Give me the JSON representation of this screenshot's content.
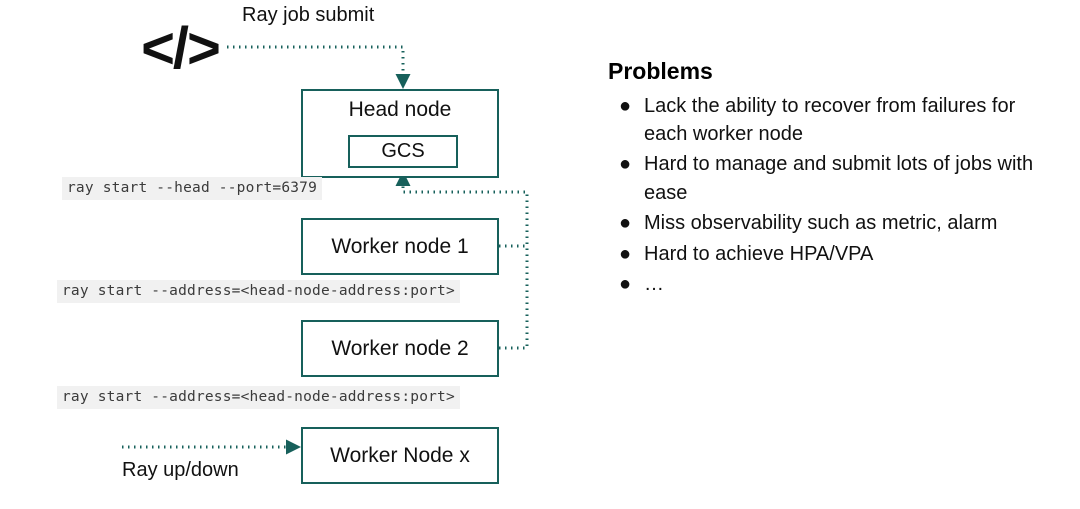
{
  "diagram": {
    "code_icon": {
      "name": "code-icon",
      "glyph": "</>"
    },
    "labels": {
      "ray_job_submit": "Ray job submit",
      "ray_up_down": "Ray up/down"
    },
    "nodes": [
      {
        "id": "head-node",
        "title": "Head node",
        "inner": {
          "id": "gcs",
          "title": "GCS"
        }
      },
      {
        "id": "worker-1",
        "title": "Worker node 1"
      },
      {
        "id": "worker-2",
        "title": "Worker node 2"
      },
      {
        "id": "worker-x",
        "title": "Worker Node x"
      }
    ],
    "commands": [
      {
        "id": "cmd-head",
        "text": "ray start --head --port=6379"
      },
      {
        "id": "cmd-addr-1",
        "text": "ray start --address=<head-node-address:port>"
      },
      {
        "id": "cmd-addr-2",
        "text": "ray start --address=<head-node-address:port>"
      }
    ],
    "colors": {
      "node_border": "#17605b",
      "connector": "#17605b",
      "code_background": "#f1f1f1",
      "code_text": "#3b3b3b",
      "text": "#111111",
      "background": "#ffffff"
    }
  },
  "problems": {
    "heading": "Problems",
    "bullet_glyph": "●",
    "items": [
      "Lack the ability to recover from failures for each worker node",
      "Hard to manage and submit lots of jobs with ease",
      "Miss observability such as metric, alarm",
      "Hard to achieve HPA/VPA",
      "…"
    ]
  }
}
